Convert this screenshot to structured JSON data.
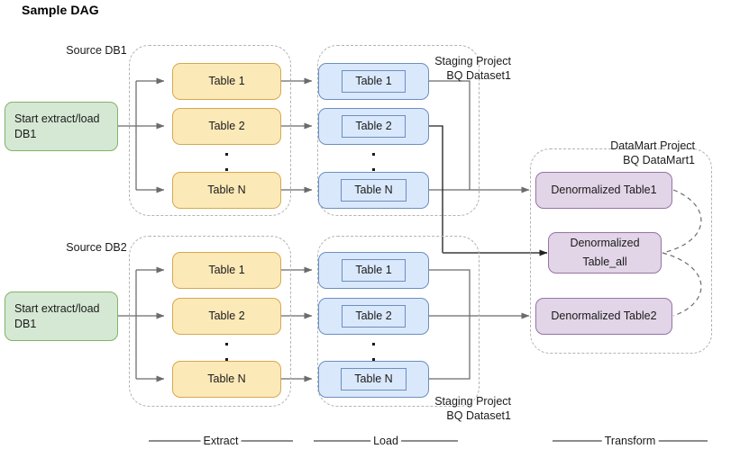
{
  "title": "Sample DAG",
  "groups": {
    "source_db1": "Source DB1",
    "source_db2": "Source DB2",
    "staging_top": "Staging Project\nBQ Dataset1",
    "staging_bottom": "Staging Project\nBQ Dataset1",
    "datamart": "DataMart Project\nBQ DataMart1"
  },
  "start_nodes": [
    {
      "label": "Start extract/load DB1"
    },
    {
      "label": "Start extract/load DB1"
    }
  ],
  "extract_tables_db1": [
    "Table 1",
    "Table 2",
    "Table N"
  ],
  "extract_tables_db2": [
    "Table 1",
    "Table 2",
    "Table N"
  ],
  "load_tables_db1": [
    "Table 1",
    "Table 2",
    "Table N"
  ],
  "load_tables_db2": [
    "Table 1",
    "Table 2",
    "Table N"
  ],
  "transform_nodes": [
    {
      "label": "Denormalized Table1"
    },
    {
      "label": "Denormalized\nTable_all"
    },
    {
      "label": "Denormalized Table2"
    }
  ],
  "phases": [
    {
      "label": "Extract"
    },
    {
      "label": "Load"
    },
    {
      "label": "Transform"
    }
  ],
  "colors": {
    "start_fill": "#D5E8D4",
    "start_stroke": "#82B366",
    "extract_fill": "#FCE9B8",
    "extract_stroke": "#D6A84E",
    "load_fill": "#DAE8FC",
    "load_stroke": "#6C8EBF",
    "transform_fill": "#E1D5E7",
    "transform_stroke": "#9673A6",
    "connector": "#6b6b6b",
    "group_stroke": "#b3b3b3",
    "background": "#FFFFFF"
  }
}
